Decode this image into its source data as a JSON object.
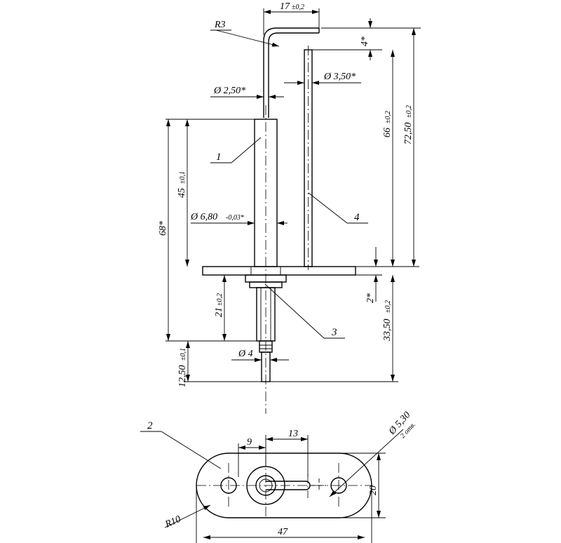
{
  "dimensions": {
    "top_width": "17",
    "top_width_tol": "±0,2",
    "bend_radius": "R3",
    "wire_diameter": "Ø 2,50*",
    "rod_diameter": "Ø 3,50*",
    "insulator_diameter": "Ø 6,80",
    "insulator_diameter_tol": "-0,03*",
    "bend_offset": "4*",
    "rod_height": "66",
    "rod_height_tol": "±0,2",
    "total_height": "72,50",
    "total_height_tol": "±0,2",
    "insulator_height": "45",
    "insulator_height_tol": "±0,1",
    "overall_length": "68*",
    "plate_thickness": "2*",
    "lower_length": "33,50",
    "lower_length_tol": "±0,2",
    "shank_length": "21",
    "shank_length_tol": "±0,2",
    "pin_diameter": "Ø 4",
    "pin_length": "12,50",
    "pin_length_tol": "±0,1",
    "hole_diameter": "Ø 5,30",
    "hole_note": "2 отв.",
    "hole_offset": "9",
    "center_spacing": "13",
    "plate_width": "20",
    "plate_length": "47",
    "corner_radius": "R10"
  },
  "callouts": {
    "part_1": "1",
    "part_2": "2",
    "part_3": "3",
    "part_4": "4"
  }
}
